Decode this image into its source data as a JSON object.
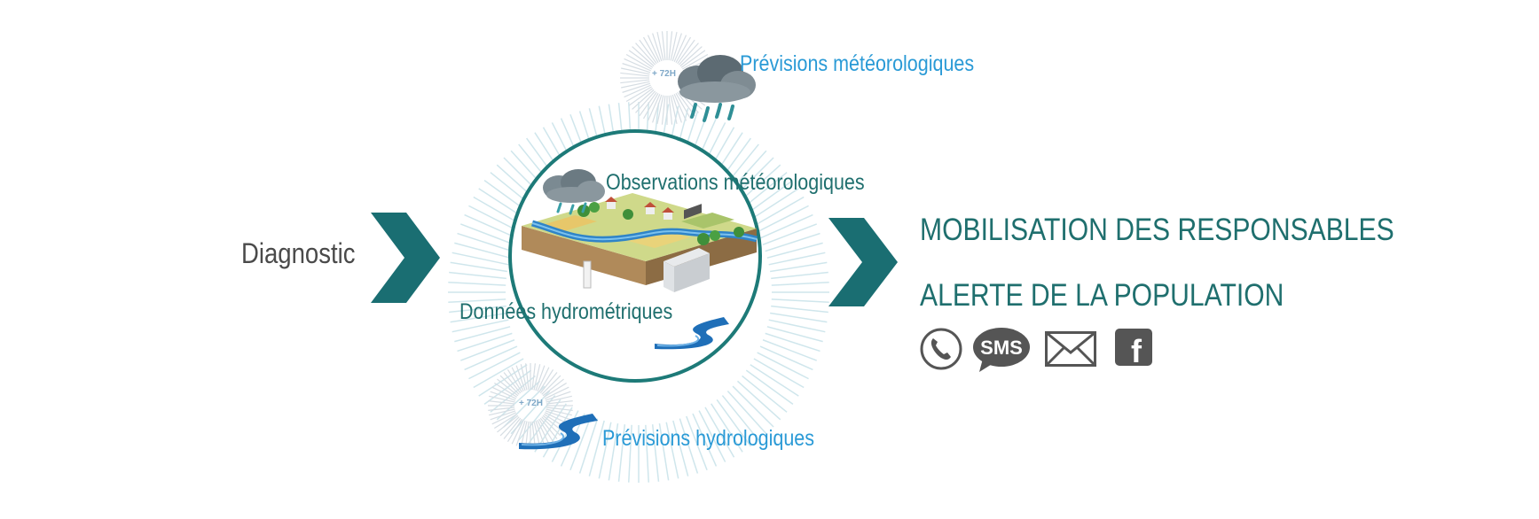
{
  "left": {
    "label": "Diagnostic"
  },
  "center": {
    "weather_forecast": {
      "label": "Prévisions météorologiques",
      "badge": "+ 72H"
    },
    "weather_observations": {
      "label": "Observations météorologiques"
    },
    "hydrometric_data": {
      "label": "Données hydrométriques"
    },
    "hydro_forecast": {
      "label": "Prévisions hydrologiques",
      "badge": "+ 72H"
    }
  },
  "right": {
    "heading_1": "MOBILISATION DES RESPONSABLES",
    "heading_2": "ALERTE DE LA POPULATION",
    "channels": [
      {
        "icon": "phone-icon"
      },
      {
        "icon": "sms-icon",
        "text": "SMS"
      },
      {
        "icon": "mail-icon"
      },
      {
        "icon": "facebook-icon",
        "text": "f"
      }
    ]
  },
  "colors": {
    "teal": "#1f6f6e",
    "blue": "#2a9ad6",
    "gray_text": "#4a4a4a",
    "icon_gray": "#555555"
  }
}
